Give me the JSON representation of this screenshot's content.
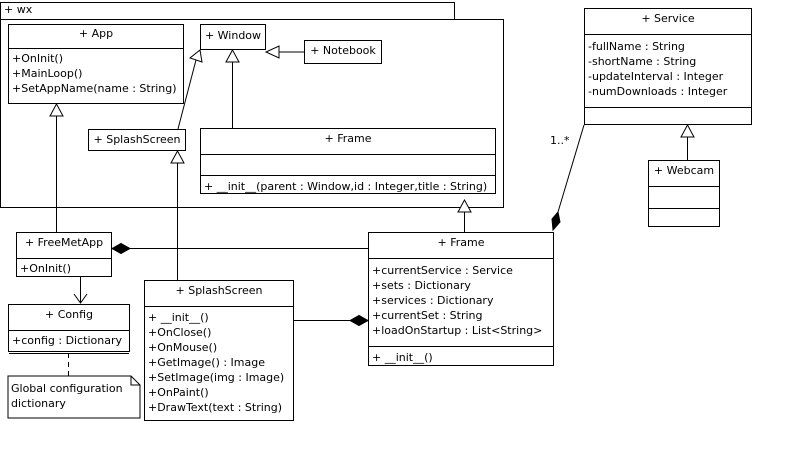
{
  "package": {
    "name": "+ wx"
  },
  "classes": {
    "app": {
      "title": "+ App",
      "operations": [
        "+OnInit()",
        "+MainLoop()",
        "+SetAppName(name : String)"
      ]
    },
    "window": {
      "title": "+ Window"
    },
    "notebook": {
      "title": "+ Notebook"
    },
    "wx_splashscreen": {
      "title": "+ SplashScreen"
    },
    "wx_frame": {
      "title": "+ Frame",
      "operations": [
        "+ __init__(parent : Window,id : Integer,title : String)"
      ]
    },
    "service": {
      "title": "+ Service",
      "attributes": [
        "-fullName : String",
        "-shortName : String",
        "-updateInterval : Integer",
        "-numDownloads : Integer"
      ]
    },
    "webcam": {
      "title": "+ Webcam"
    },
    "freemetapp": {
      "title": "+ FreeMetApp",
      "operations": [
        "+OnInit()"
      ]
    },
    "config": {
      "title": "+ Config",
      "attributes": [
        "+config : Dictionary"
      ]
    },
    "splashscreen": {
      "title": "+ SplashScreen",
      "operations": [
        "+ __init__()",
        "+OnClose()",
        "+OnMouse()",
        "+GetImage() : Image",
        "+SetImage(img : Image)",
        "+OnPaint()",
        "+DrawText(text : String)"
      ]
    },
    "frame": {
      "title": "+ Frame",
      "attributes": [
        "+currentService : Service",
        "+sets : Dictionary",
        "+services : Dictionary",
        "+currentSet : String",
        "+loadOnStartup : List<String>"
      ],
      "operations": [
        "+ __init__()"
      ]
    }
  },
  "note": {
    "lines": [
      "Global configuration",
      "dictionary"
    ]
  },
  "multiplicity": {
    "service_frame": "1..*"
  }
}
